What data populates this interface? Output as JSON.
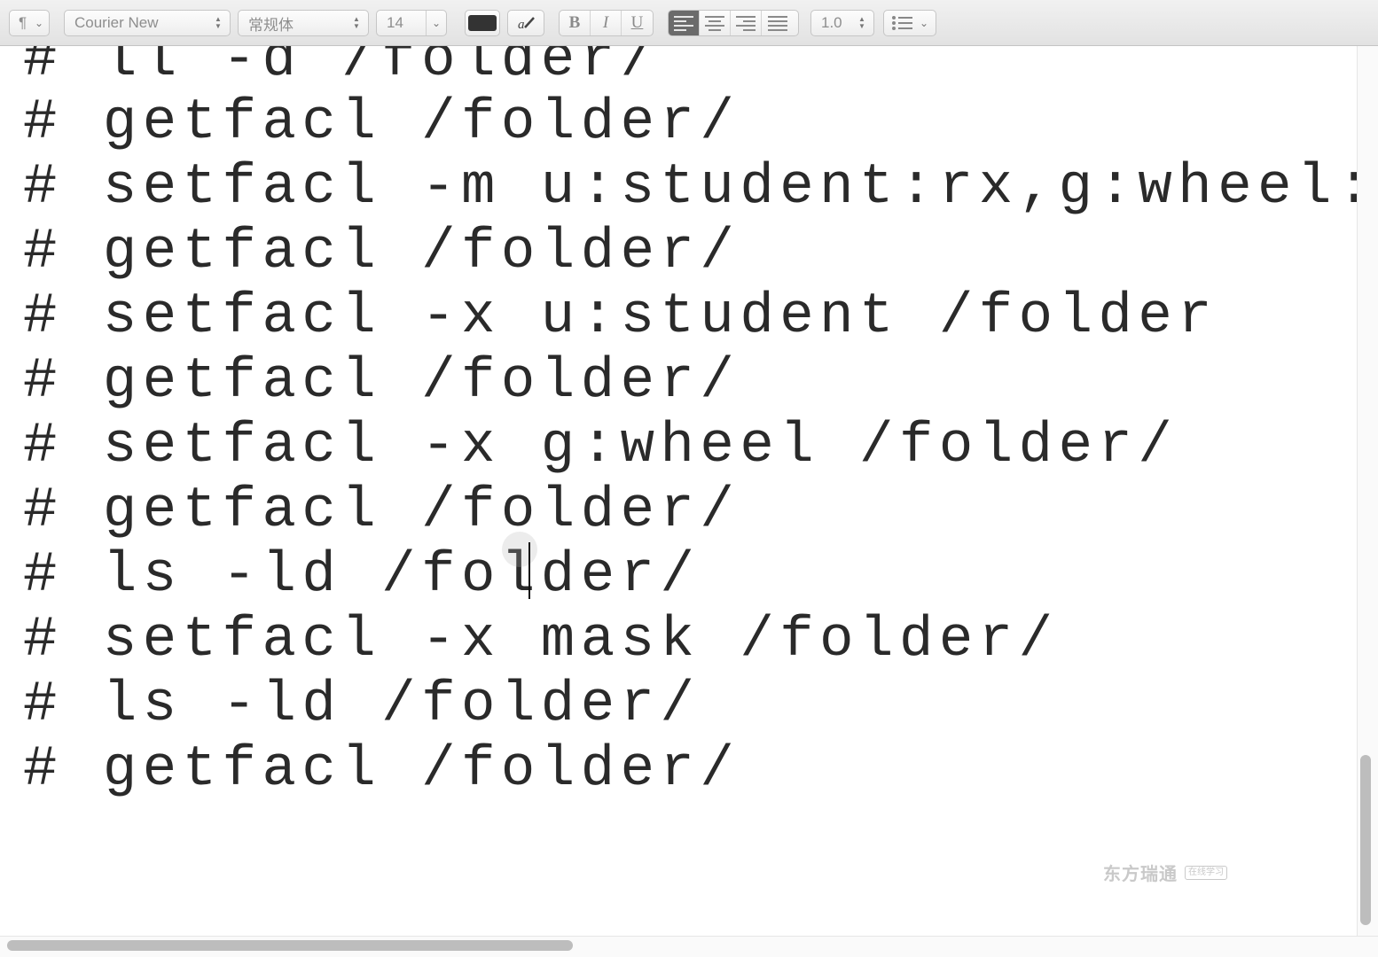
{
  "toolbar": {
    "paragraph_style_glyph": "¶",
    "font_family": "Courier New",
    "typeface": "常规体",
    "font_size": "14",
    "bold_label": "B",
    "italic_label": "I",
    "underline_label": "U",
    "line_spacing": "1.0",
    "text_color": "#333333"
  },
  "document": {
    "lines": [
      "# ll -d /folder/",
      "# getfacl /folder/",
      "# setfacl -m u:student:rx,g:wheel:rx,o:",
      "# getfacl /folder/",
      "# setfacl -x u:student /folder",
      "# getfacl /folder/",
      "# setfacl -x g:wheel /folder/",
      "# getfacl /folder/",
      "# ls -ld /folder/",
      "# setfacl -x mask /folder/",
      "# ls -ld /folder/",
      "# getfacl /folder/"
    ]
  },
  "watermark": {
    "brand": "东方瑞通",
    "badge": "在线学习"
  }
}
